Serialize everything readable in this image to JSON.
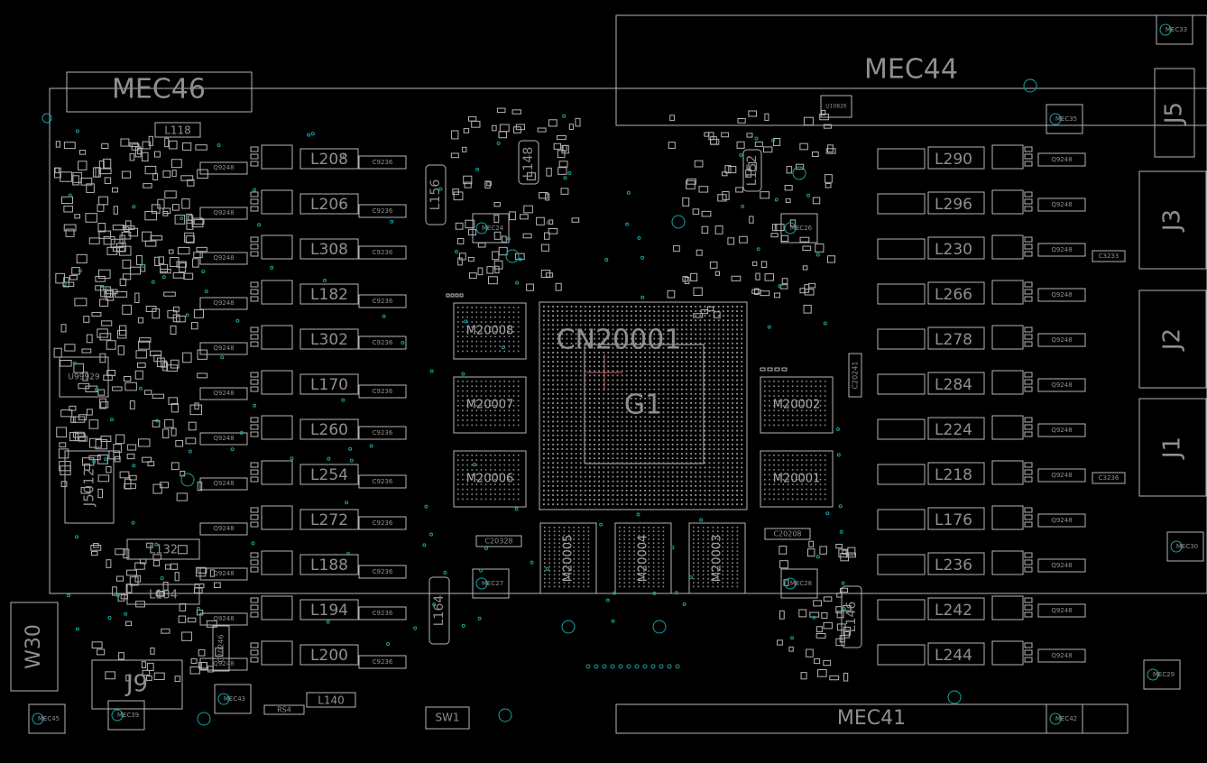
{
  "colors": {
    "background": "#000000",
    "silkscreen": "#c8c8c8",
    "outline": "#b4b4b4",
    "label": "#8f8f8f",
    "via": "#1aa0a0",
    "mount": "#1aa0a0"
  },
  "gpu": {
    "designator": "G1",
    "connector": "CN20001"
  },
  "memory": {
    "left": [
      "M20008",
      "M20007",
      "M20006"
    ],
    "right": [
      "M20002",
      "M20001"
    ],
    "bottom": [
      "M20005",
      "M20004",
      "M20003"
    ]
  },
  "mounts": {
    "big": [
      "MEC44",
      "MEC41",
      "MEC46"
    ],
    "small": [
      "MEC33",
      "MEC35",
      "MEC39",
      "MEC26",
      "MEC24",
      "MEC27",
      "MEC28",
      "MEC43",
      "MEC45",
      "MEC42",
      "MEC30",
      "MEC29"
    ]
  },
  "connectors": [
    "J5",
    "J3",
    "J2",
    "J1",
    "J9",
    "J5012",
    "W30"
  ],
  "chips": [
    "U99929",
    "U10826"
  ],
  "misc_labels": [
    "SW1",
    "RS4",
    "C3233",
    "C3236",
    "C20328",
    "C20208",
    "C20241",
    "C20246"
  ],
  "inductors": {
    "left_column": [
      "L208",
      "L206",
      "L308",
      "L182",
      "L302",
      "L170",
      "L260",
      "L254",
      "L272",
      "L188",
      "L194",
      "L200"
    ],
    "right_column": [
      "L290",
      "L296",
      "L230",
      "L266",
      "L278",
      "L284",
      "L224",
      "L218",
      "L176",
      "L236",
      "L242",
      "L244"
    ],
    "vertical": [
      "L156",
      "L164",
      "L146",
      "L148",
      "L152"
    ],
    "other": [
      "L118",
      "L140",
      "L132",
      "L134"
    ]
  },
  "mosfet_label": "Q9248",
  "phase_label": "C9236"
}
